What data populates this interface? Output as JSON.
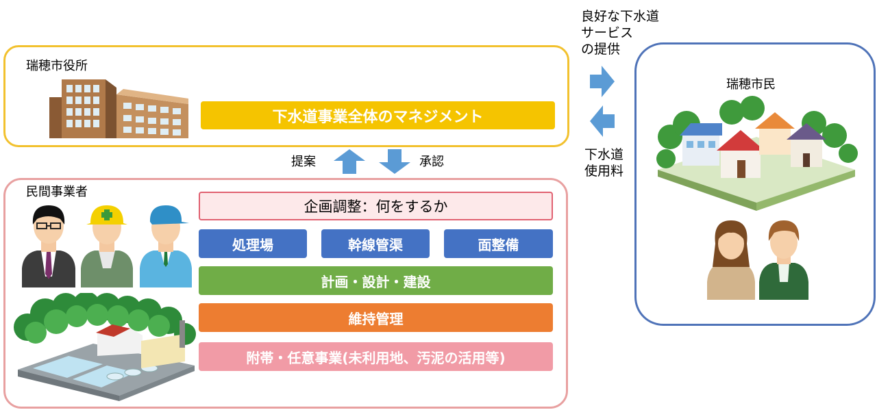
{
  "city_hall": {
    "title": "瑞穂市役所",
    "management_label": "下水道事業全体のマネジメント"
  },
  "flows": {
    "proposal": "提案",
    "approval": "承認",
    "service": "良好な下水道\nサービス\nの提供",
    "fee": "下水道\n使用料"
  },
  "private": {
    "title": "民間事業者",
    "planning": "企画調整：何をするか",
    "categories": [
      "処理場",
      "幹線管渠",
      "面整備"
    ],
    "plan_build": "計画・設計・建設",
    "maintenance": "維持管理",
    "ancillary": "附帯・任意事業(未利用地、汚泥の活用等)"
  },
  "citizens": {
    "title": "瑞穂市民"
  },
  "colors": {
    "city_border": "#f2c12e",
    "private_border": "#e8a0a0",
    "citizen_border": "#4f73b8",
    "management": "#f5c400",
    "category": "#4472c4",
    "plan_build": "#70ad47",
    "maintenance": "#ed7d31",
    "ancillary": "#f19ba6",
    "arrow": "#5b9bd5"
  }
}
